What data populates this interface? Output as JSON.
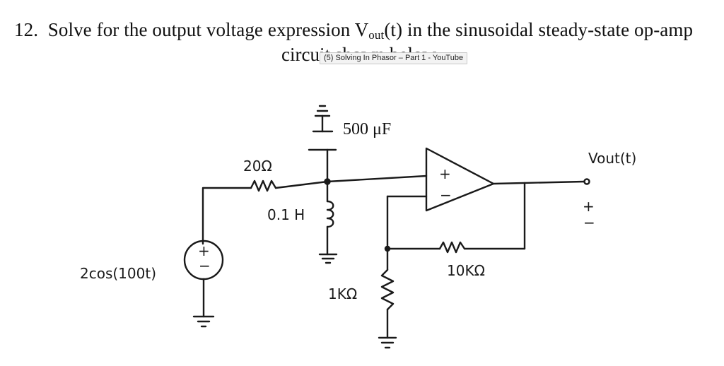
{
  "question": {
    "number": "12.",
    "text_before": "Solve for the output voltage expression V",
    "subscript": "out",
    "text_after": "(t) in the sinusoidal steady-state op-amp",
    "line2": "circuit shown below."
  },
  "tooltip": "(5) Solving In Phasor – Part 1 - YouTube",
  "circuit": {
    "source_label": "2cos(100t)",
    "source_plus": "+",
    "source_minus": "−",
    "r1_label": "20Ω",
    "inductor_label": "0.1 H",
    "cap_label": "500 μF",
    "r2_label": "1KΩ",
    "rf_label": "10KΩ",
    "opamp_plus": "+",
    "opamp_minus": "−",
    "vout_label": "Vout(t)",
    "out_plus": "+",
    "out_minus": "−"
  }
}
